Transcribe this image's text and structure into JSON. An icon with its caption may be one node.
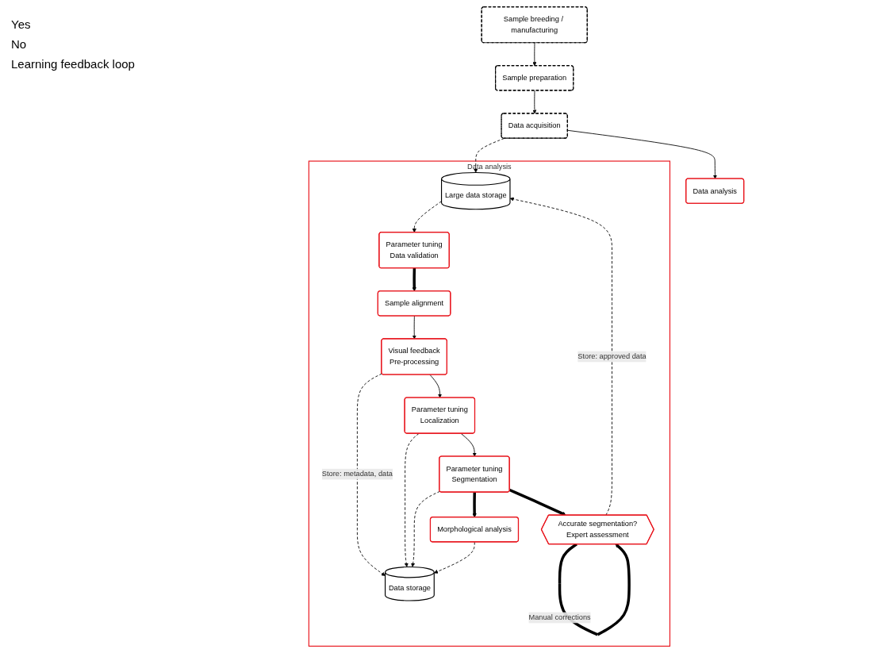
{
  "diagram": {
    "nodes": [
      {
        "text": [
          "Sample breeding / manufacturing"
        ]
      },
      {
        "text": [
          "Sample preparation"
        ]
      },
      {
        "text": [
          "Data acquisition"
        ]
      },
      {
        "text": [
          "Data analysis"
        ]
      },
      {
        "text": [
          "Data analysis"
        ]
      },
      {
        "text": [
          "Large data storage"
        ],
        "in": 4
      },
      {
        "text": [
          "Parameter tuning",
          "Data validation"
        ],
        "in": 4
      },
      {
        "text": [
          "Sample alignment"
        ],
        "in": 4
      },
      {
        "text": [
          "Visual feedback",
          "Pre-processing"
        ],
        "in": 4
      },
      {
        "text": [
          "Parameter tuning",
          "Localization"
        ],
        "in": 4
      },
      {
        "text": [
          "Parameter tuning",
          "Segmentation"
        ],
        "in": 4
      },
      {
        "text": [
          "Accurate segmentation?",
          "Expert assessment"
        ],
        "in": 4
      },
      {
        "text": [
          "Data storage"
        ],
        "in": 4
      },
      {
        "text": [
          "Morphological analysis"
        ],
        "in": 4
      }
    ],
    "edges": [
      {
        "from": 0,
        "to": 1,
        "arrow": "to"
      },
      {
        "from": 1,
        "to": 2,
        "arrow": "to"
      },
      {
        "from": 2,
        "to": 3,
        "arrow": "to"
      },
      {
        "from": 2,
        "to": 5,
        "arrow": "to",
        "style": "dashed"
      },
      {
        "from": 11,
        "to": 5,
        "arrow": "to",
        "style": "dashed",
        "label": "Store: approved data"
      },
      {
        "from": 11,
        "to": 11,
        "arrow": "to",
        "style": "thick",
        "label": "Manual corrections"
      },
      {
        "from": 5,
        "to": 6,
        "arrow": "to",
        "style": "dashed"
      },
      {
        "from": 6,
        "to": 7,
        "arrow": "to",
        "style": "thick"
      },
      {
        "from": 7,
        "to": 8,
        "arrow": "to"
      },
      {
        "from": 8,
        "to": 9,
        "arrow": "to"
      },
      {
        "from": 9,
        "to": 10,
        "arrow": "to"
      },
      {
        "from": 10,
        "to": 11,
        "arrow": "to",
        "style": "thick"
      },
      {
        "from": 8,
        "to": 12,
        "arrow": "to",
        "style": "dashed",
        "label": "Store: metadata, data"
      },
      {
        "from": 9,
        "to": 12,
        "arrow": "to",
        "style": "dashed"
      },
      {
        "from": 10,
        "to": 12,
        "arrow": "to",
        "style": "dashed"
      },
      {
        "from": 10,
        "to": 13,
        "arrow": "to",
        "style": "thick"
      },
      {
        "from": 13,
        "to": 12,
        "arrow": "to",
        "style": "dashed"
      }
    ],
    "labels": [
      "Yes",
      "No",
      "Learning feedback loop"
    ]
  }
}
